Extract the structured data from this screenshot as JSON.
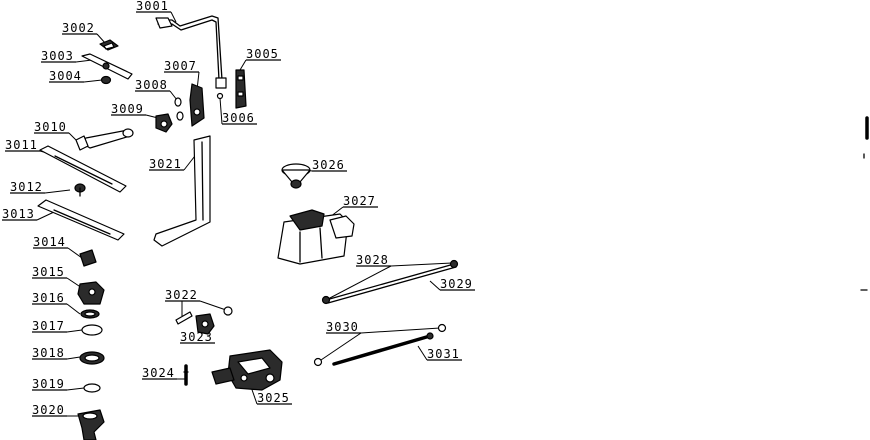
{
  "diagram": {
    "labels": [
      {
        "key": "3001",
        "text": "3001"
      },
      {
        "key": "3002",
        "text": "3002"
      },
      {
        "key": "3003",
        "text": "3003"
      },
      {
        "key": "3004",
        "text": "3004"
      },
      {
        "key": "3005",
        "text": "3005"
      },
      {
        "key": "3006",
        "text": "3006"
      },
      {
        "key": "3007",
        "text": "3007"
      },
      {
        "key": "3008",
        "text": "3008"
      },
      {
        "key": "3009",
        "text": "3009"
      },
      {
        "key": "3010",
        "text": "3010"
      },
      {
        "key": "3011",
        "text": "3011"
      },
      {
        "key": "3012",
        "text": "3012"
      },
      {
        "key": "3013",
        "text": "3013"
      },
      {
        "key": "3014",
        "text": "3014"
      },
      {
        "key": "3015",
        "text": "3015"
      },
      {
        "key": "3016",
        "text": "3016"
      },
      {
        "key": "3017",
        "text": "3017"
      },
      {
        "key": "3018",
        "text": "3018"
      },
      {
        "key": "3019",
        "text": "3019"
      },
      {
        "key": "3020",
        "text": "3020"
      },
      {
        "key": "3021",
        "text": "3021"
      },
      {
        "key": "3022",
        "text": "3022"
      },
      {
        "key": "3023",
        "text": "3023"
      },
      {
        "key": "3024",
        "text": "3024"
      },
      {
        "key": "3025",
        "text": "3025"
      },
      {
        "key": "3026",
        "text": "3026"
      },
      {
        "key": "3027",
        "text": "3027"
      },
      {
        "key": "3028",
        "text": "3028"
      },
      {
        "key": "3029",
        "text": "3029"
      },
      {
        "key": "3030",
        "text": "3030"
      },
      {
        "key": "3031",
        "text": "3031"
      }
    ]
  }
}
